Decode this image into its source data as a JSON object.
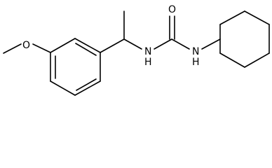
{
  "molecule": {
    "atoms": {
      "oxygen_methoxy": "O",
      "nh_left": "H\nN",
      "oxygen_carbonyl": "O",
      "nh_right": "N\nH"
    },
    "colors": {
      "bond": "#000000",
      "label": "#000000",
      "background": "#ffffff"
    }
  }
}
